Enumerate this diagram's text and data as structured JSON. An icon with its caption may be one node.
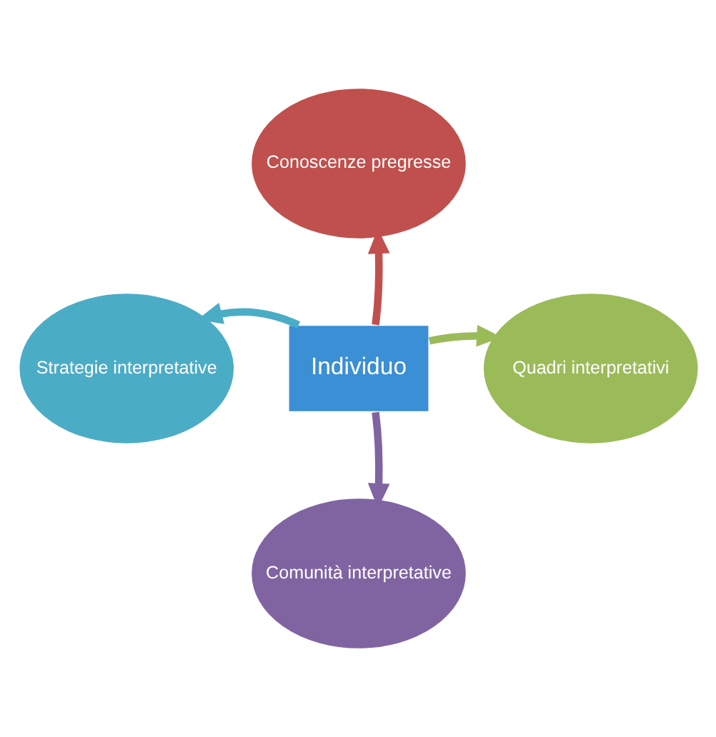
{
  "diagram": {
    "nodes": [
      {
        "text": [
          "Individuo"
        ]
      },
      {
        "text": [
          "Conoscenze pregresse"
        ]
      },
      {
        "text": [
          "Quadri interpretativi"
        ]
      },
      {
        "text": [
          "Comunità interpretative"
        ]
      },
      {
        "text": [
          "Strategie interpretative"
        ]
      }
    ],
    "edges": [
      {
        "from": 0,
        "to": 1,
        "arrow": "to",
        "color": "#c0504d"
      },
      {
        "from": 0,
        "to": 2,
        "arrow": "to",
        "color": "#9bbb59"
      },
      {
        "from": 0,
        "to": 3,
        "arrow": "to",
        "color": "#8064a2"
      },
      {
        "from": 0,
        "to": 4,
        "arrow": "to",
        "color": "#4bacc6"
      }
    ]
  }
}
